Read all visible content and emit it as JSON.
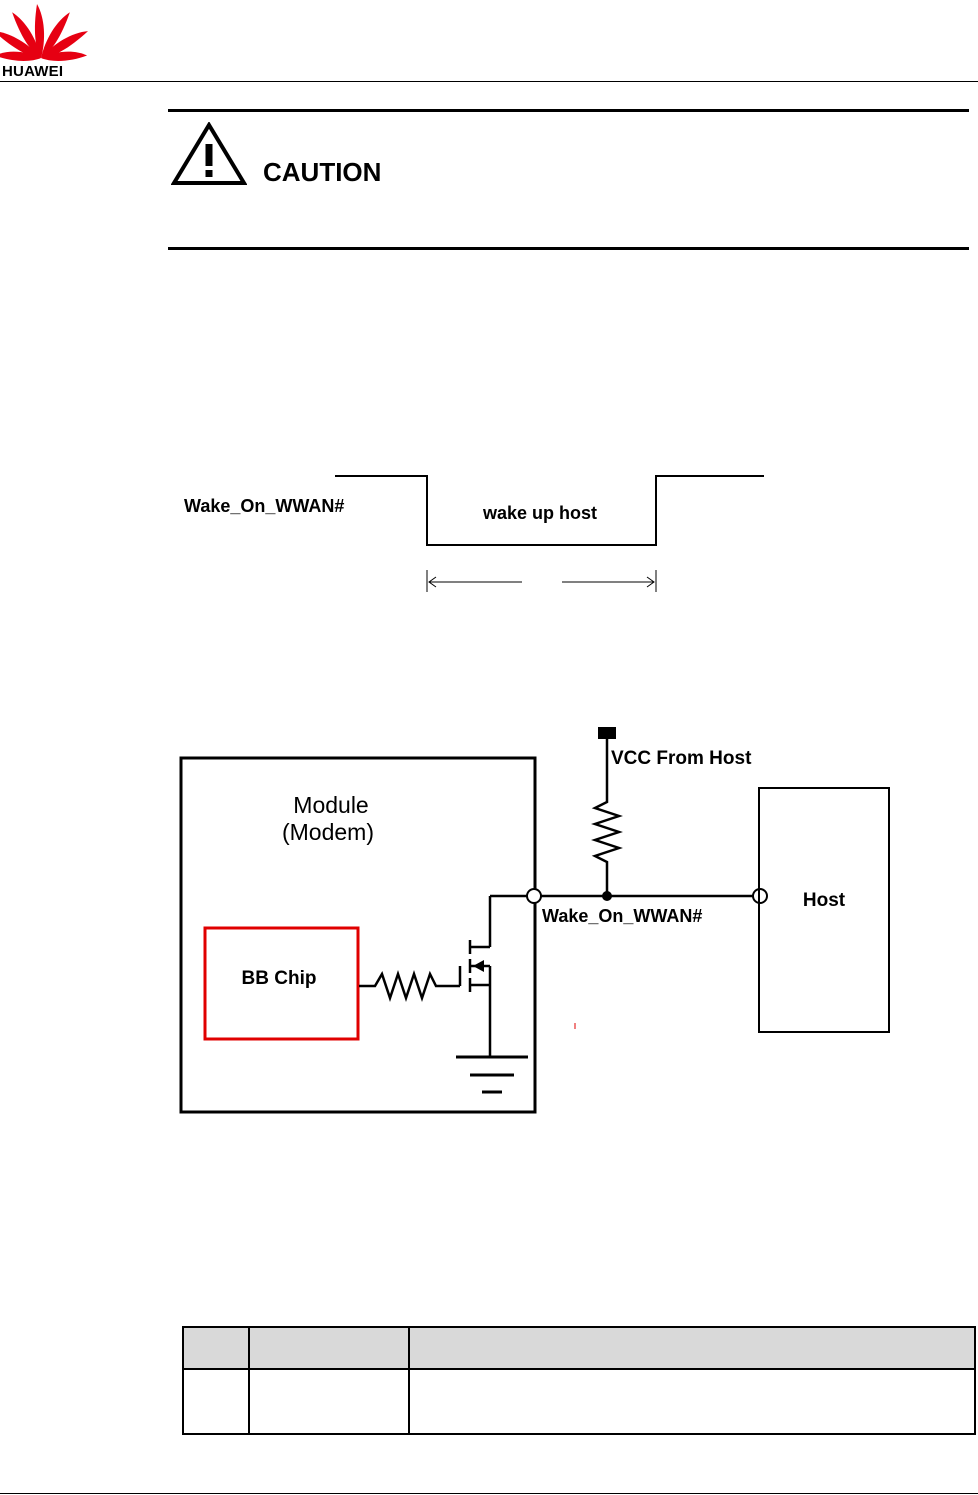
{
  "header": {
    "brand_name": "HUAWEI"
  },
  "caution": {
    "label": "CAUTION",
    "icon": "warning-triangle-icon"
  },
  "timing_diagram": {
    "signal_label": "Wake_On_WWAN#",
    "pulse_label": "wake up host"
  },
  "circuit_diagram": {
    "module_label_line1": "Module",
    "module_label_line2": "(Modem)",
    "chip_label": "BB Chip",
    "vcc_label": "VCC From Host",
    "signal_label": "Wake_On_WWAN#",
    "host_label": "Host",
    "colors": {
      "chip_border": "#e00000"
    }
  },
  "table": {
    "rows": [
      [
        "",
        "",
        ""
      ],
      [
        "",
        "",
        ""
      ]
    ]
  },
  "colors": {
    "logo_red": "#e60012",
    "table_header_bg": "#d9d9d9"
  }
}
